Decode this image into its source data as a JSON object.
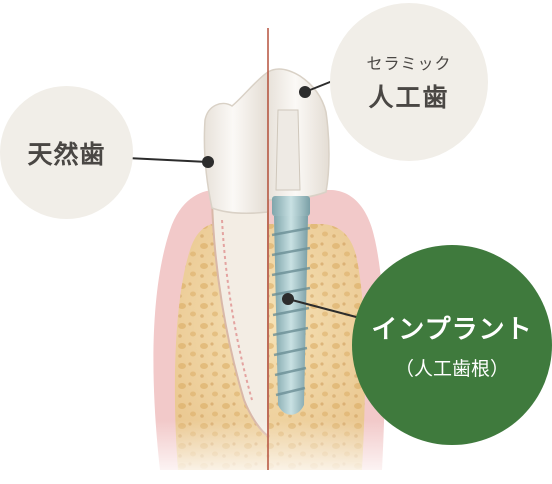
{
  "labels": {
    "natural_tooth": "天然歯",
    "ceramic_sub": "セラミック",
    "ceramic_main": "人工歯",
    "implant_main": "インプラント",
    "implant_sub": "（人工歯根）"
  },
  "colors": {
    "label_circle_bg": "#f1eee8",
    "implant_circle_bg": "#3f7a3d",
    "label_text": "#4a4744",
    "divider_line": "#b5523e",
    "gum": "#f2c9c9",
    "bone": "#f1d8a8",
    "tooth": "#f7f4ef",
    "implant_metal": "#a8c8cc"
  }
}
